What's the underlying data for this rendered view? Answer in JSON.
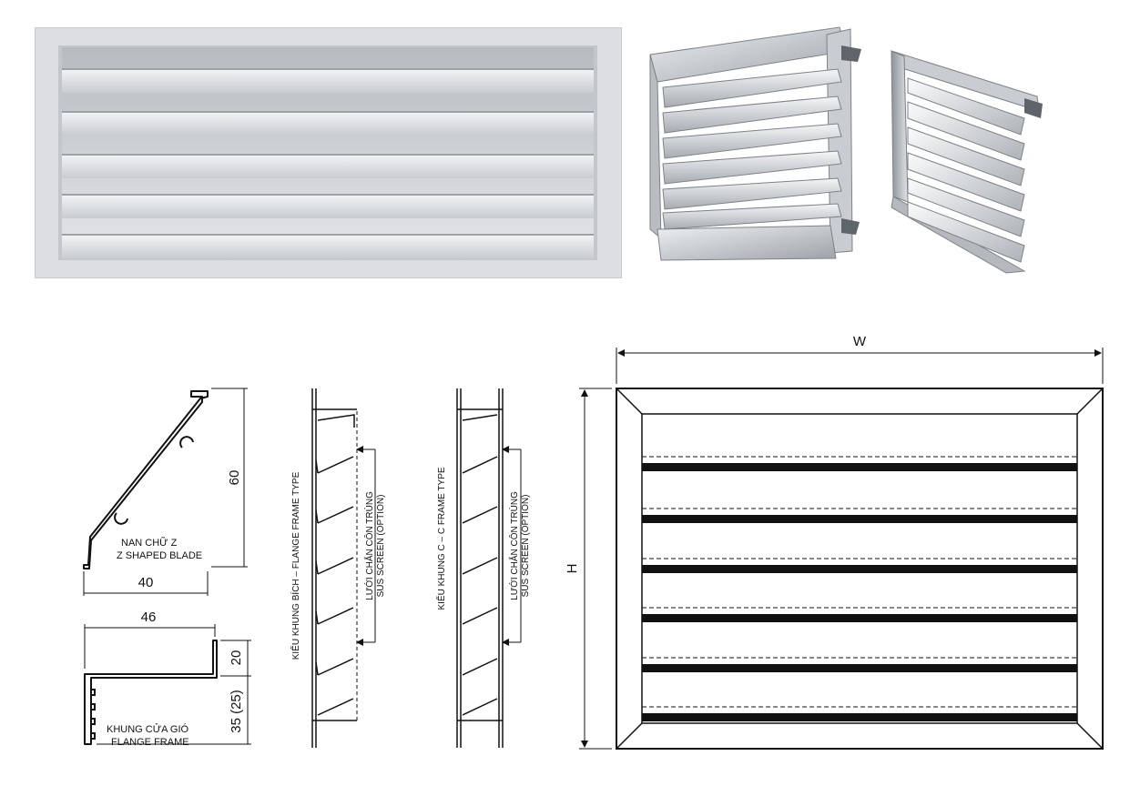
{
  "blade_section": {
    "name_vi": "NAN CHỮ Z",
    "name_en": "Z SHAPED BLADE",
    "dim_height": "60",
    "dim_width": "40"
  },
  "frame_section": {
    "name_vi": "KHUNG CỬA GIÓ",
    "name_en": "FLANGE FRAME",
    "dim_width": "46",
    "dim_top": "20",
    "dim_depth": "35 (25)"
  },
  "flange_type": {
    "label": "KIỂU KHUNG BÍCH – FLANGE FRAME TYPE",
    "screen_vi": "LƯỚI CHẮN CÔN TRÙNG",
    "screen_en": "SUS SCREEN (OPTION)"
  },
  "c_type": {
    "label": "KIỂU KHUNG C – C FRAME TYPE",
    "screen_vi": "LƯỚI CHẮN CÔN TRÙNG",
    "screen_en": "SUS SCREEN (OPTION)"
  },
  "front_view": {
    "width_label": "W",
    "height_label": "H"
  }
}
